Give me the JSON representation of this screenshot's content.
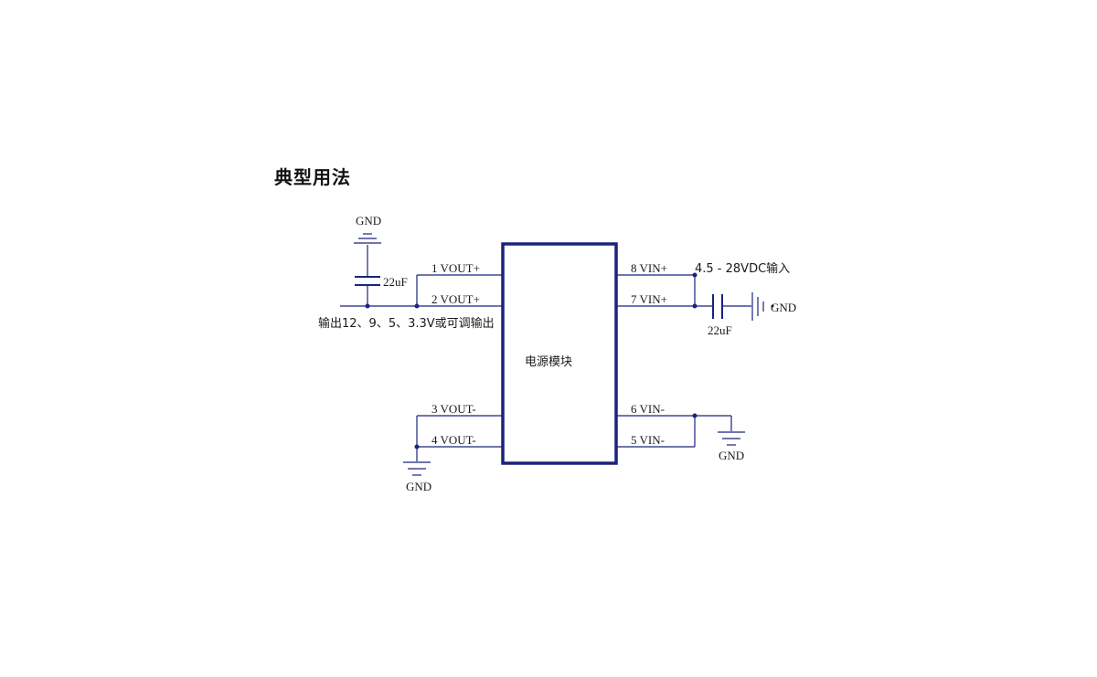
{
  "heading": "典型用法",
  "colors": {
    "wire": "#1a237e",
    "text": "#1a1a1a"
  },
  "icons": [
    "ground-icon",
    "capacitor-icon"
  ],
  "module": {
    "label": "电源模块"
  },
  "pins": {
    "p1": "1  VOUT+",
    "p2": "2  VOUT+",
    "p3": "3  VOUT-",
    "p4": "4  VOUT-",
    "p5": "5  VIN-",
    "p6": "6  VIN-",
    "p7": "7  VIN+",
    "p8": "8  VIN+"
  },
  "output_note": "输出12、9、5、3.3V或可调输出",
  "input_note": "4.5 - 28VDC输入",
  "cap_out": "22uF",
  "cap_in": "22uF",
  "gnd": {
    "top_left": "GND",
    "bottom_left": "GND",
    "right_cap": "GND",
    "bottom_right": "GND"
  }
}
